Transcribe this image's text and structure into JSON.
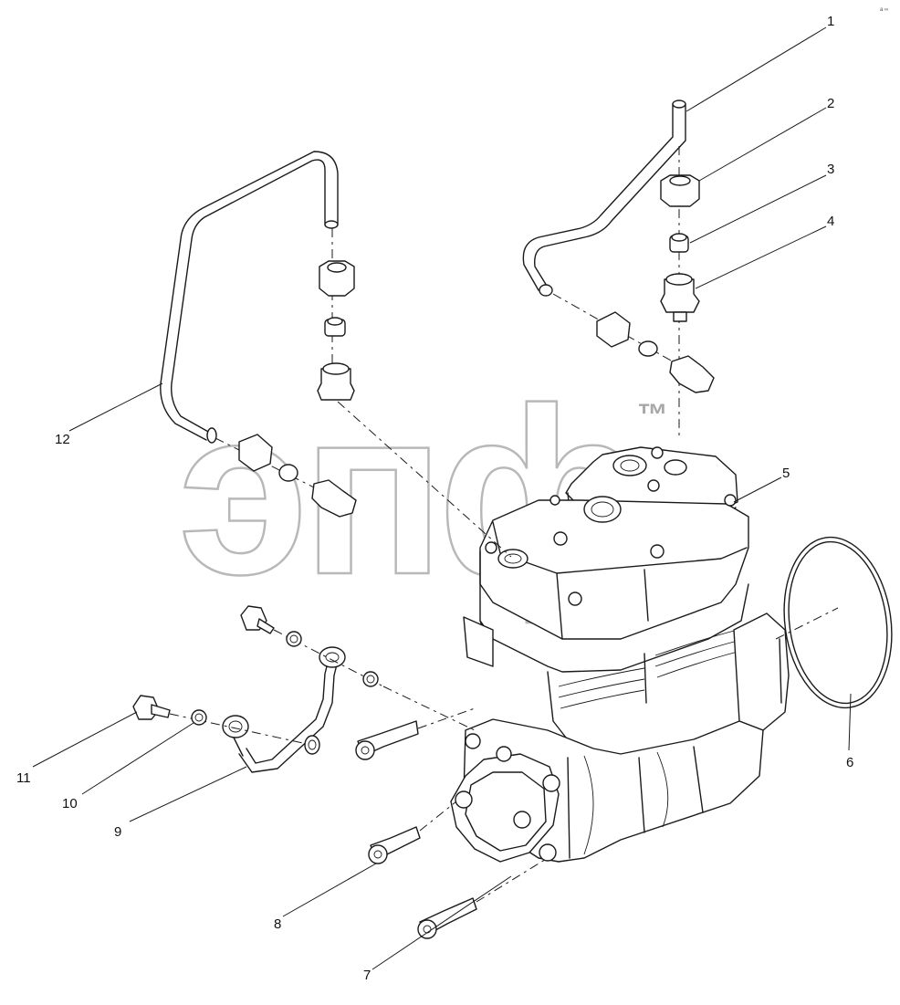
{
  "watermark": {
    "text": "эпф",
    "mark": "™"
  },
  "corner_mark": "a ∞",
  "callouts": [
    {
      "label": "1"
    },
    {
      "label": "2"
    },
    {
      "label": "3"
    },
    {
      "label": "4"
    },
    {
      "label": "5"
    },
    {
      "label": "6"
    },
    {
      "label": "7"
    },
    {
      "label": "8"
    },
    {
      "label": "9"
    },
    {
      "label": "10"
    },
    {
      "label": "11"
    },
    {
      "label": "12"
    }
  ]
}
